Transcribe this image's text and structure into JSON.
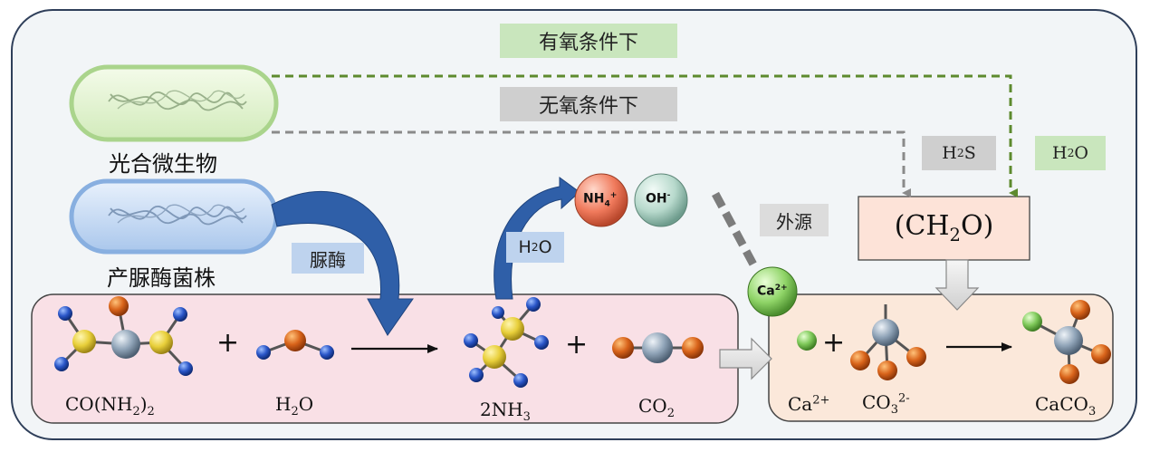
{
  "conditions": {
    "aerobic": "有氧条件下",
    "anaerobic": "无氧条件下"
  },
  "organisms": {
    "photosynthetic": "光合微生物",
    "urease_strain": "产脲酶菌株"
  },
  "enzyme": "脲酶",
  "external_source": "外源",
  "products_top": {
    "h2s": [
      "H",
      "2",
      "S"
    ],
    "h2o": [
      "H",
      "2",
      "O"
    ],
    "ch2o": [
      "(CH",
      "2",
      "O)"
    ]
  },
  "ions": {
    "nh4": [
      "NH",
      "4",
      "+"
    ],
    "oh": [
      "OH",
      "-"
    ],
    "ca": [
      "Ca",
      "2+"
    ]
  },
  "hydrolysis_h2o": [
    "H",
    "2",
    "O"
  ],
  "reaction1": {
    "urea": [
      "CO(NH",
      "2",
      ")",
      "2"
    ],
    "water": [
      "H",
      "2",
      "O"
    ],
    "ammonia": [
      "2NH",
      "3"
    ],
    "co2": [
      "CO",
      "2"
    ]
  },
  "reaction2": {
    "calcium": [
      "Ca",
      "2+"
    ],
    "carbonate": [
      "CO",
      "3",
      "2-"
    ],
    "calcium_carbonate": [
      "CaCO",
      "3"
    ]
  },
  "colors": {
    "aerobic_arrow": "#5d8a2e",
    "anaerobic_arrow": "#8a8a8a",
    "curved_arrow": "#2f5fa8",
    "reaction_box_left": "#f9e0e6",
    "reaction_box_right": "#fbe8da",
    "ch2o_box": "#fde3d8"
  }
}
